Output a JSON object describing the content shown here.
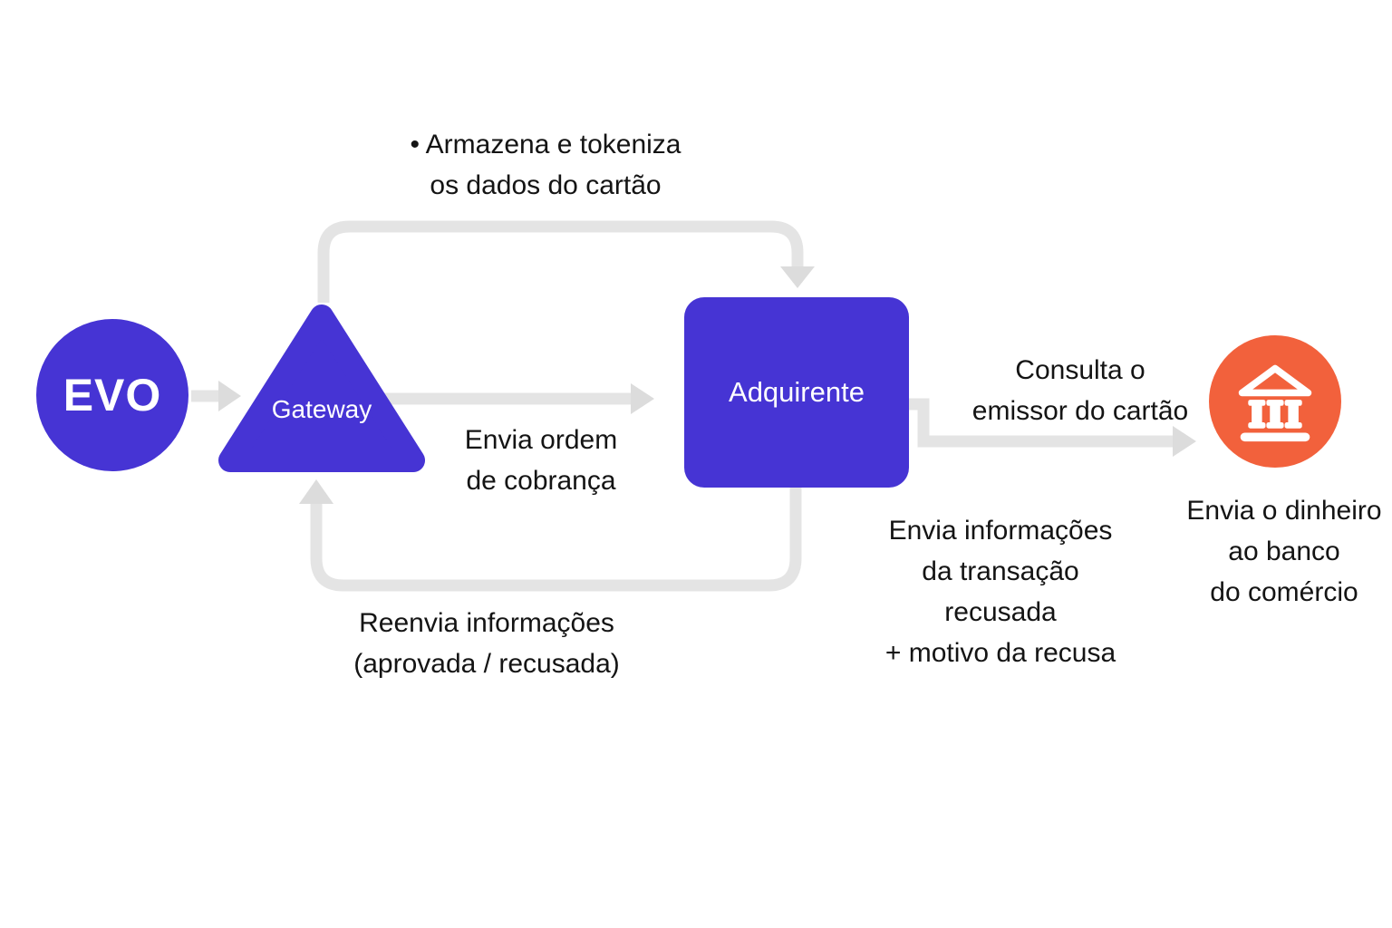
{
  "colors": {
    "node_blue": "#4634d4",
    "bank_orange": "#f2613c",
    "connector_gray": "#e4e4e4",
    "arrowhead_gray": "#dcdcdc",
    "text_black": "#141414",
    "node_text_white": "#ffffff"
  },
  "nodes": {
    "evo": {
      "label": "EVO"
    },
    "gateway": {
      "label": "Gateway"
    },
    "adquirente": {
      "label": "Adquirente"
    },
    "bank": {
      "icon": "bank-building-icon"
    }
  },
  "annotations": {
    "store_tokenize": "• Armazena e tokeniza\nos dados do cartão",
    "send_charge_order": "Envia ordem\nde cobrança",
    "resend_info": "Reenvia informações\n(aprovada / recusada)",
    "consult_issuer": "Consulta o\nemissor do cartão",
    "declined_info": "Envia informações\nda transação\nrecusada\n+ motivo da recusa",
    "send_money": "Envia o dinheiro\nao banco\ndo comércio"
  }
}
